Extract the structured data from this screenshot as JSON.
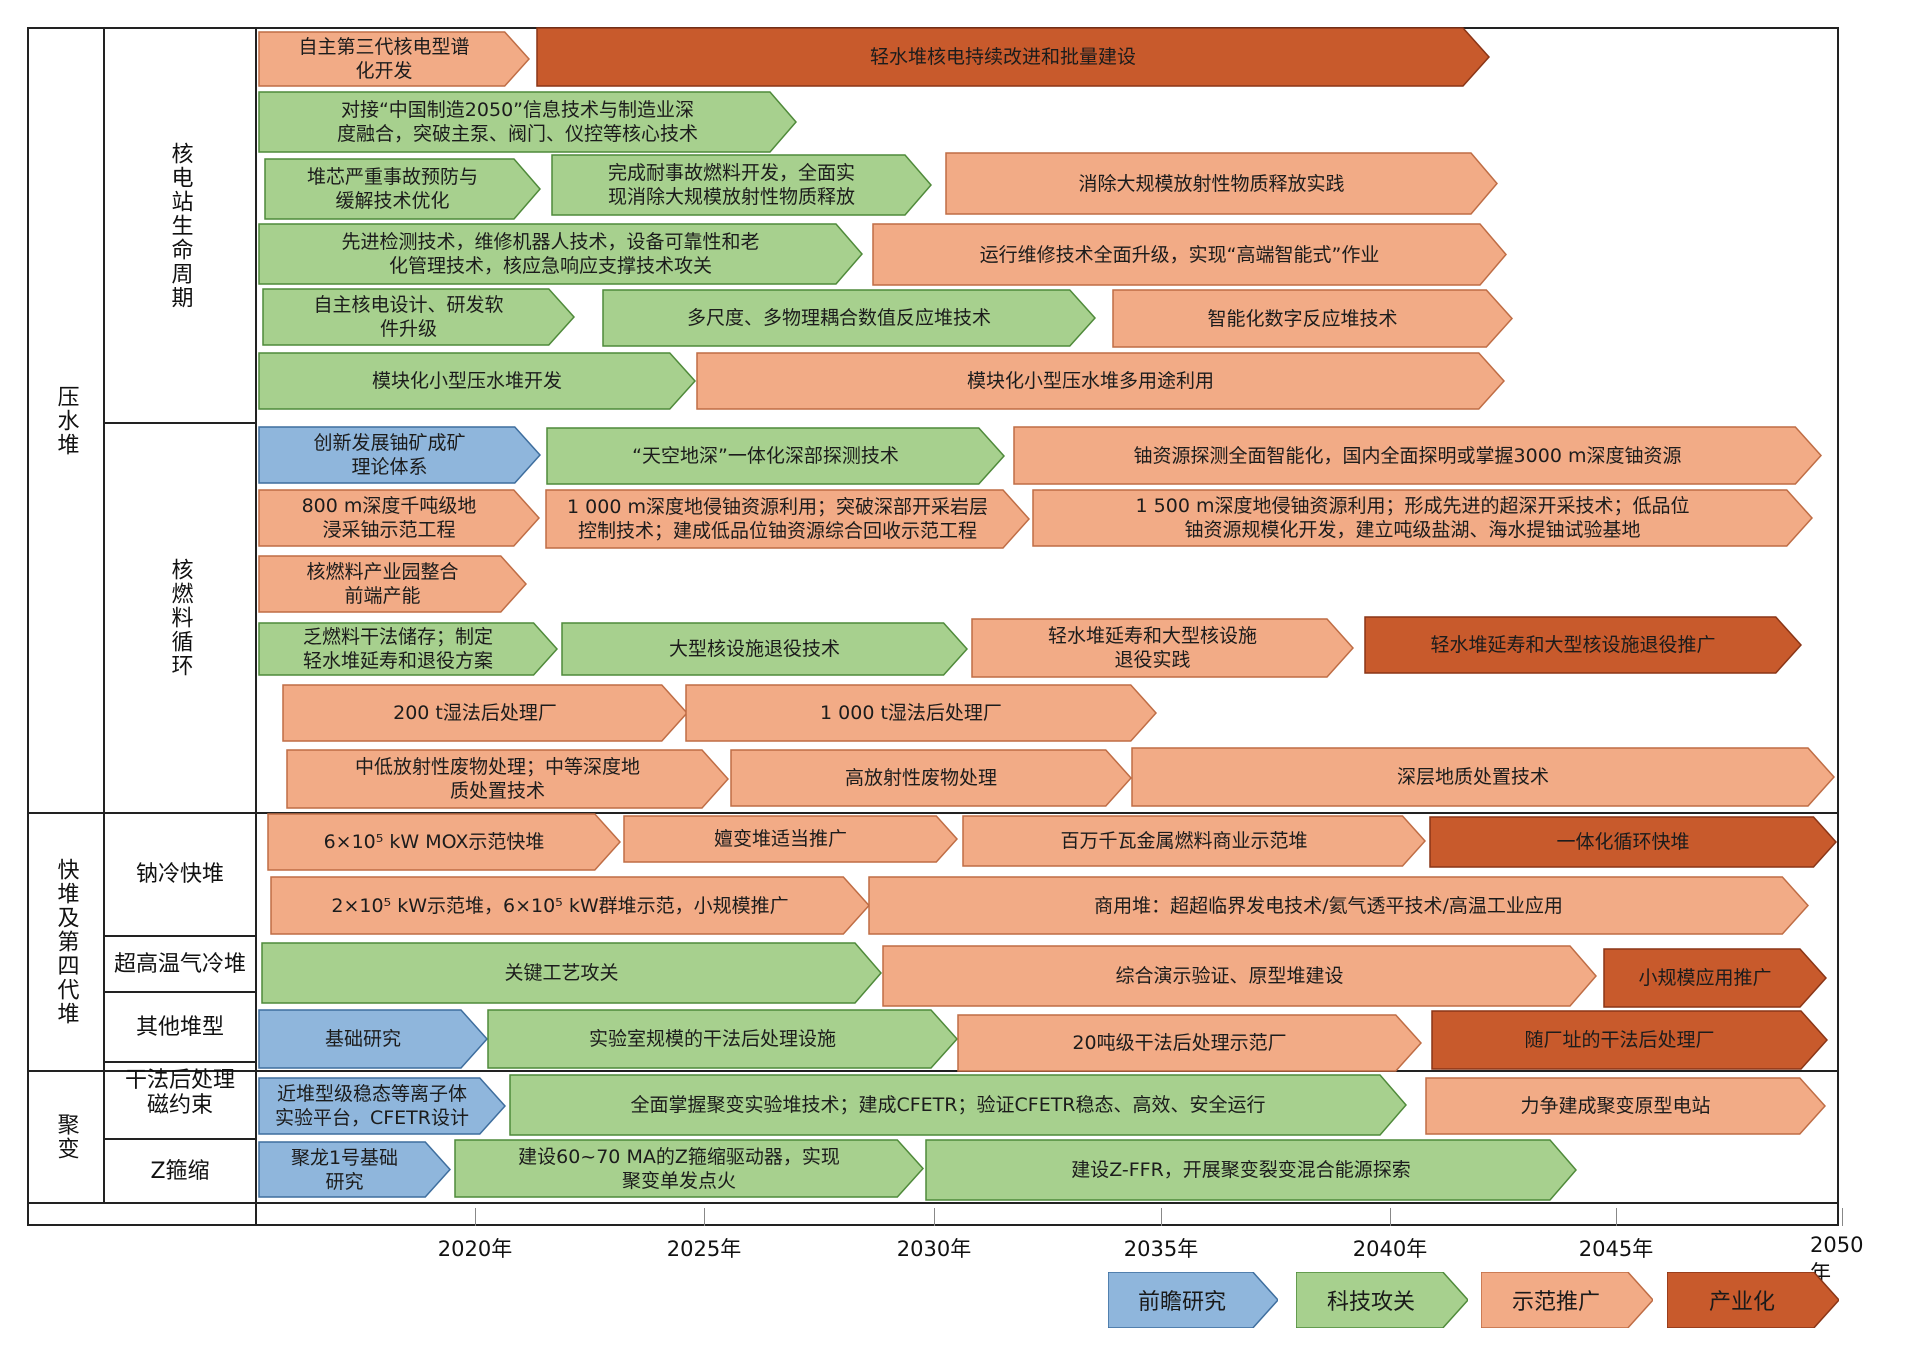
{
  "colors": {
    "blue": "#8fb6dc",
    "green": "#a7d08e",
    "salmon": "#f2ab86",
    "brown": "#c85a2c"
  },
  "categories": {
    "pwr": "压水堆",
    "npp_life": "核电站生命周期",
    "fuel_cycle": "核燃料循环",
    "fast": "快堆及第四代堆",
    "sfr": "钠冷快堆",
    "htgr": "超高温气冷堆",
    "other": "其他堆型",
    "dry": "干法后处理",
    "fusion": "聚变",
    "mag": "磁约束",
    "z": "Z箍缩"
  },
  "bars": [
    {
      "id": "b1",
      "color": "salmon",
      "lines": [
        "自主第三代核电型谱",
        "化开发"
      ]
    },
    {
      "id": "b2",
      "color": "brown",
      "lines": [
        "轻水堆核电持续改进和批量建设"
      ]
    },
    {
      "id": "b3",
      "color": "green",
      "lines": [
        "对接“中国制造2050”信息技术与制造业深",
        "度融合，突破主泵、阀门、仪控等核心技术"
      ]
    },
    {
      "id": "b4",
      "color": "green",
      "lines": [
        "堆芯严重事故预防与",
        "缓解技术优化"
      ]
    },
    {
      "id": "b5",
      "color": "green",
      "lines": [
        "完成耐事故燃料开发，全面实",
        "现消除大规模放射性物质释放"
      ]
    },
    {
      "id": "b6",
      "color": "salmon",
      "lines": [
        "消除大规模放射性物质释放实践"
      ]
    },
    {
      "id": "b7",
      "color": "green",
      "lines": [
        "先进检测技术，维修机器人技术，设备可靠性和老",
        "化管理技术，核应急响应支撑技术攻关"
      ]
    },
    {
      "id": "b8",
      "color": "salmon",
      "lines": [
        "运行维修技术全面升级，实现“高端智能式”作业"
      ]
    },
    {
      "id": "b9",
      "color": "green",
      "lines": [
        "自主核电设计、研发软",
        "件升级"
      ]
    },
    {
      "id": "b10",
      "color": "green",
      "lines": [
        "多尺度、多物理耦合数值反应堆技术"
      ]
    },
    {
      "id": "b11",
      "color": "salmon",
      "lines": [
        "智能化数字反应堆技术"
      ]
    },
    {
      "id": "b12",
      "color": "green",
      "lines": [
        "模块化小型压水堆开发"
      ]
    },
    {
      "id": "b13",
      "color": "salmon",
      "lines": [
        "模块化小型压水堆多用途利用"
      ]
    },
    {
      "id": "b14",
      "color": "blue",
      "lines": [
        "创新发展铀矿成矿",
        "理论体系"
      ]
    },
    {
      "id": "b15",
      "color": "green",
      "lines": [
        "“天空地深”一体化深部探测技术"
      ]
    },
    {
      "id": "b16",
      "color": "salmon",
      "lines": [
        "铀资源探测全面智能化，国内全面探明或掌握3000 m深度铀资源"
      ]
    },
    {
      "id": "b17",
      "color": "salmon",
      "lines": [
        "800 m深度千吨级地",
        "浸采铀示范工程"
      ]
    },
    {
      "id": "b18",
      "color": "salmon",
      "lines": [
        "1 000 m深度地侵铀资源利用；突破深部开采岩层",
        "控制技术；建成低品位铀资源综合回收示范工程"
      ]
    },
    {
      "id": "b19",
      "color": "salmon",
      "lines": [
        "1 500 m深度地侵铀资源利用；形成先进的超深开采技术；低品位",
        "铀资源规模化开发，建立吨级盐湖、海水提铀试验基地"
      ]
    },
    {
      "id": "b20",
      "color": "salmon",
      "lines": [
        "核燃料产业园整合",
        "前端产能"
      ]
    },
    {
      "id": "b21",
      "color": "green",
      "lines": [
        "乏燃料干法储存；制定",
        "轻水堆延寿和退役方案"
      ]
    },
    {
      "id": "b22",
      "color": "green",
      "lines": [
        "大型核设施退役技术"
      ]
    },
    {
      "id": "b23",
      "color": "salmon",
      "lines": [
        "轻水堆延寿和大型核设施",
        "退役实践"
      ]
    },
    {
      "id": "b24",
      "color": "brown",
      "lines": [
        "轻水堆延寿和大型核设施退役推广"
      ]
    },
    {
      "id": "b25",
      "color": "salmon",
      "lines": [
        "200 t湿法后处理厂"
      ]
    },
    {
      "id": "b26",
      "color": "salmon",
      "lines": [
        "1 000 t湿法后处理厂"
      ]
    },
    {
      "id": "b27",
      "color": "salmon",
      "lines": [
        "中低放射性废物处理；中等深度地",
        "质处置技术"
      ]
    },
    {
      "id": "b28",
      "color": "salmon",
      "lines": [
        "高放射性废物处理"
      ]
    },
    {
      "id": "b29",
      "color": "salmon",
      "lines": [
        "深层地质处置技术"
      ]
    },
    {
      "id": "b30",
      "color": "salmon",
      "lines": [
        "6×10⁵ kW MOX示范快堆"
      ]
    },
    {
      "id": "b31",
      "color": "salmon",
      "lines": [
        "嬗变堆适当推广"
      ]
    },
    {
      "id": "b32",
      "color": "salmon",
      "lines": [
        "百万千瓦金属燃料商业示范堆"
      ]
    },
    {
      "id": "b33",
      "color": "brown",
      "lines": [
        "一体化循环快堆"
      ]
    },
    {
      "id": "b34",
      "color": "salmon",
      "lines": [
        "2×10⁵ kW示范堆，6×10⁵ kW群堆示范，小规模推广"
      ]
    },
    {
      "id": "b35",
      "color": "salmon",
      "lines": [
        "商用堆：超超临界发电技术/氦气透平技术/高温工业应用"
      ]
    },
    {
      "id": "b36",
      "color": "green",
      "lines": [
        "关键工艺攻关"
      ]
    },
    {
      "id": "b37",
      "color": "salmon",
      "lines": [
        "综合演示验证、原型堆建设"
      ]
    },
    {
      "id": "b38",
      "color": "brown",
      "lines": [
        "小规模应用推广"
      ]
    },
    {
      "id": "b39",
      "color": "blue",
      "lines": [
        "基础研究"
      ]
    },
    {
      "id": "b40",
      "color": "green",
      "lines": [
        "实验室规模的干法后处理设施"
      ]
    },
    {
      "id": "b41",
      "color": "salmon",
      "lines": [
        "20吨级干法后处理示范厂"
      ]
    },
    {
      "id": "b42",
      "color": "brown",
      "lines": [
        "随厂址的干法后处理厂"
      ]
    },
    {
      "id": "b43",
      "color": "blue",
      "lines": [
        "近堆型级稳态等离子体",
        "实验平台，CFETR设计"
      ]
    },
    {
      "id": "b44",
      "color": "green",
      "lines": [
        "全面掌握聚变实验堆技术；建成CFETR；验证CFETR稳态、高效、安全运行"
      ]
    },
    {
      "id": "b45",
      "color": "salmon",
      "lines": [
        "力争建成聚变原型电站"
      ]
    },
    {
      "id": "b46",
      "color": "blue",
      "lines": [
        "聚龙1号基础",
        "研究"
      ]
    },
    {
      "id": "b47",
      "color": "green",
      "lines": [
        "建设60~70 MA的Z箍缩驱动器，实现",
        "聚变单发点火"
      ]
    },
    {
      "id": "b48",
      "color": "green",
      "lines": [
        "建设Z-FFR，开展聚变裂变混合能源探索"
      ]
    }
  ],
  "axis": {
    "ticks": [
      "2020年",
      "2025年",
      "2030年",
      "2035年",
      "2040年",
      "2045年",
      "2050年"
    ]
  },
  "legend": [
    {
      "color": "blue",
      "label": "前瞻研究"
    },
    {
      "color": "green",
      "label": "科技攻关"
    },
    {
      "color": "salmon",
      "label": "示范推广"
    },
    {
      "color": "brown",
      "label": "产业化"
    }
  ]
}
